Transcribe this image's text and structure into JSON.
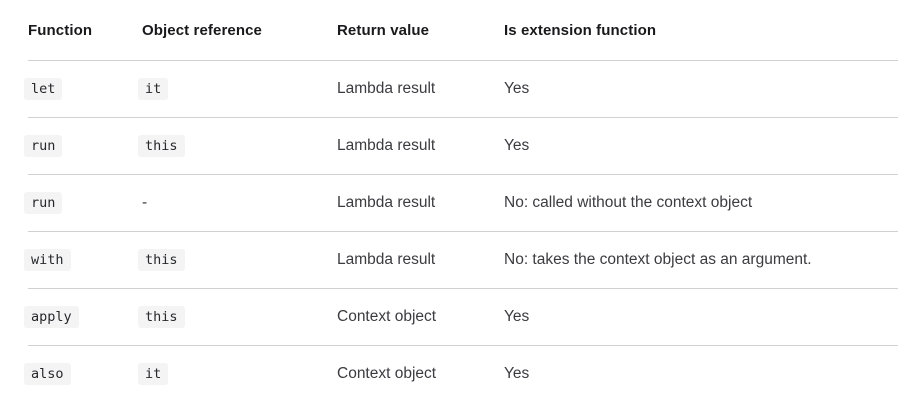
{
  "table": {
    "columns": [
      "Function",
      "Object reference",
      "Return value",
      "Is extension function"
    ],
    "rows": [
      {
        "function": "let",
        "object_reference": "it",
        "return_value": "Lambda result",
        "is_extension_function": "Yes"
      },
      {
        "function": "run",
        "object_reference": "this",
        "return_value": "Lambda result",
        "is_extension_function": "Yes"
      },
      {
        "function": "run",
        "object_reference": "-",
        "return_value": "Lambda result",
        "is_extension_function": "No: called without the context object"
      },
      {
        "function": "with",
        "object_reference": "this",
        "return_value": "Lambda result",
        "is_extension_function": "No: takes the context object as an argument."
      },
      {
        "function": "apply",
        "object_reference": "this",
        "return_value": "Context object",
        "is_extension_function": "Yes"
      },
      {
        "function": "also",
        "object_reference": "it",
        "return_value": "Context object",
        "is_extension_function": "Yes"
      }
    ]
  },
  "colors": {
    "page_background": "#ffffff",
    "header_text": "#19191c",
    "body_text": "#3b3b40",
    "row_divider": "#d1d1d2",
    "code_chip_background": "#f4f4f4",
    "code_chip_text": "#27282c"
  }
}
